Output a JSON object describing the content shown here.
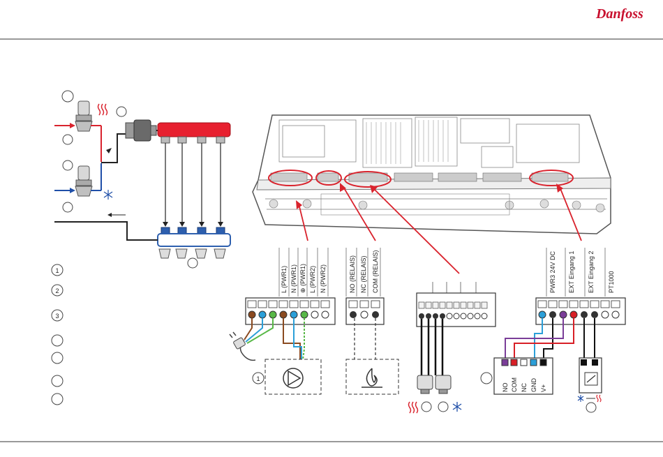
{
  "brand": {
    "logo_text": "Danfoss"
  },
  "colors": {
    "brand": "#c8102e",
    "hot": "#d9232d",
    "cold": "#1f4fa8",
    "manifold": "#e7202f",
    "manifold_return": "#2d5fae",
    "wire_brown": "#8a4a20",
    "wire_blue": "#2b9fd8",
    "wire_green": "#58b847",
    "wire_purple": "#7a3d98",
    "wire_red": "#d81f26",
    "outline": "#555555"
  },
  "icons": {
    "heat": "heat-waves-icon",
    "cool": "snowflake-icon",
    "pump": "pump-icon",
    "boiler": "flame-icon",
    "plug": "plug-icon",
    "switch": "changeover-switch-icon",
    "plus": "plus-icon"
  },
  "legend": {
    "markers": [
      "1",
      "2",
      "3",
      "",
      "",
      "",
      ""
    ]
  },
  "schematic": {
    "callouts": [
      "",
      "",
      "",
      "",
      "",
      "",
      ""
    ]
  },
  "labels": {
    "pwr": [
      "L (PWR1)",
      "N (PWR1)",
      "⊕ (PWR1)",
      "L (PWR2)",
      "N (PWR2)"
    ],
    "relay": [
      "NO (RELAIS)",
      "NC (RELAIS)",
      "COM (RELAIS)"
    ],
    "ext": [
      "PWR3 24V DC",
      "EXT Eingang 1",
      "EXT Eingang 2",
      "PT1000"
    ],
    "device": [
      "NO",
      "COM",
      "NC",
      "GND",
      "V+"
    ]
  },
  "bottom": {
    "pump_marker": "1",
    "device_marker": "",
    "switch_marker": "",
    "actuator_markers": [
      "",
      ""
    ]
  }
}
